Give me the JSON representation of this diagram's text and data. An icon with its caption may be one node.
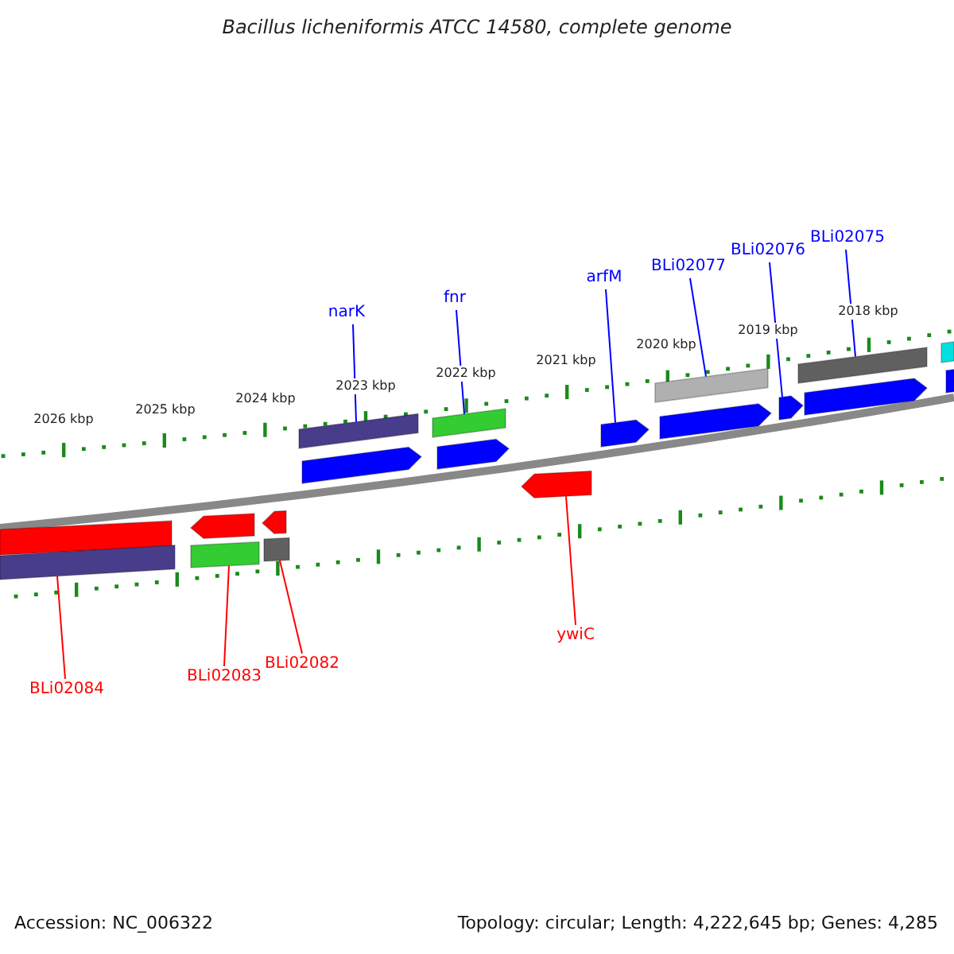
{
  "diagram": {
    "title": "Bacillus licheniformis ATCC 14580, complete genome",
    "nodes": [
      {
        "text": [
          "narK"
        ]
      },
      {
        "text": [
          "fnr"
        ]
      },
      {
        "text": [
          "arfM"
        ]
      },
      {
        "text": [
          "BLi02077"
        ]
      },
      {
        "text": [
          "BLi02076"
        ]
      },
      {
        "text": [
          "BLi02075"
        ]
      },
      {
        "text": [
          "BLi02084"
        ]
      },
      {
        "text": [
          "BLi02083"
        ]
      },
      {
        "text": [
          "BLi02082"
        ]
      },
      {
        "text": [
          "ywiC"
        ]
      },
      {
        "text": [],
        "shape": "bar"
      },
      {
        "text": [],
        "shape": "bar"
      },
      {
        "text": [],
        "shape": "arrow"
      },
      {
        "text": [],
        "shape": "bar"
      },
      {
        "text": [],
        "shape": "arrow"
      },
      {
        "text": [],
        "shape": "bar"
      },
      {
        "text": [],
        "shape": "bar"
      },
      {
        "text": [],
        "shape": "arrow"
      },
      {
        "text": [],
        "shape": "bar"
      },
      {
        "text": [],
        "shape": "arrow"
      },
      {
        "text": [],
        "shape": "arrow"
      },
      {
        "text": [],
        "shape": "arrow"
      },
      {
        "text": [],
        "shape": "bar"
      },
      {
        "text": [],
        "shape": "arrow"
      },
      {
        "text": [],
        "shape": "arrow"
      },
      {
        "text": [],
        "shape": "bar"
      },
      {
        "text": [],
        "shape": "arrow"
      },
      {
        "text": [],
        "shape": "bar"
      },
      {
        "text": [],
        "shape": "bar"
      }
    ],
    "edges": [
      {
        "from": 0,
        "to": 16,
        "arrow": "none"
      },
      {
        "from": 1,
        "to": 18,
        "arrow": "none"
      },
      {
        "from": 2,
        "to": 21,
        "arrow": "none"
      },
      {
        "from": 3,
        "to": 22,
        "arrow": "none"
      },
      {
        "from": 4,
        "to": 24,
        "arrow": "none"
      },
      {
        "from": 5,
        "to": 25,
        "arrow": "none"
      },
      {
        "from": 6,
        "to": 11,
        "arrow": "none",
        "color": "#ff0000"
      },
      {
        "from": 7,
        "to": 13,
        "arrow": "none",
        "color": "#ff0000"
      },
      {
        "from": 8,
        "to": 15,
        "arrow": "none",
        "color": "#ff0000"
      },
      {
        "from": 9,
        "to": 20,
        "arrow": "none",
        "color": "#ff0000"
      }
    ],
    "labels": [
      "2026 kbp",
      "2025 kbp",
      "2024 kbp",
      "2023 kbp",
      "2022 kbp",
      "2021 kbp",
      "2020 kbp",
      "2019 kbp",
      "2018 kbp",
      "Accession: NC_006322",
      "Topology: circular; Length: 4,222,645 bp; Genes: 4,285"
    ]
  }
}
